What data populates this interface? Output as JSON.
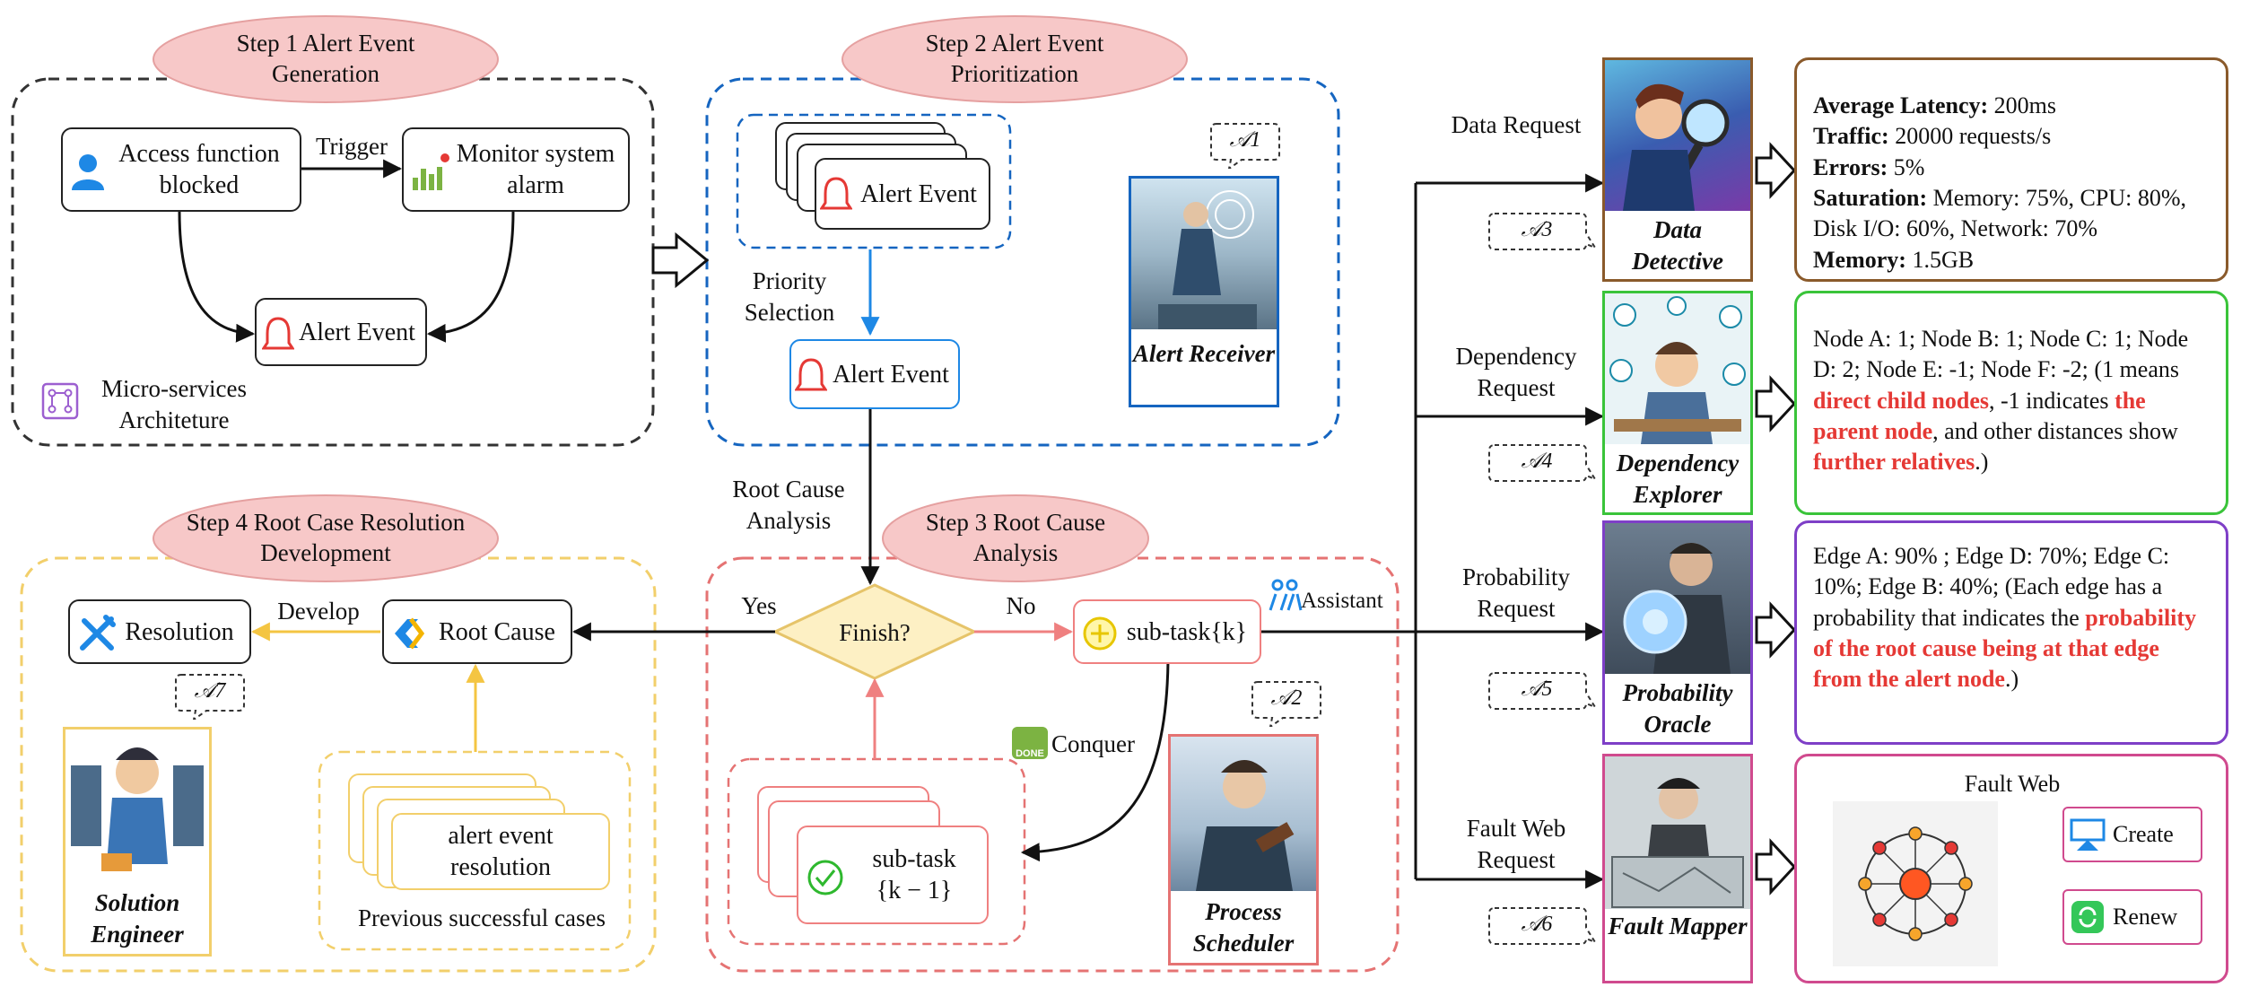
{
  "colors": {
    "step1": "#333333",
    "step2": "#1565c0",
    "step3": "#e57373",
    "step4": "#f2cf6b",
    "cloud_fill": "#f7c8c8",
    "detective": "#8a5a2b",
    "explorer": "#3ac43a",
    "oracle": "#7e3fc7",
    "mapper": "#d04a8e",
    "flow_yellow": "#f4c542",
    "flow_blue": "#1e88e5",
    "flow_red": "#ef8080"
  },
  "step1": {
    "title": "Step 1 Alert Event Generation",
    "access": "Access function blocked",
    "trigger": "Trigger",
    "monitor": "Monitor system alarm",
    "alert": "Alert Event",
    "micro": "Micro-services Architeture"
  },
  "step2": {
    "title": "Step 2 Alert Event Prioritization",
    "stack_alert": "Alert Event",
    "priority": "Priority Selection",
    "alert": "Alert Event"
  },
  "step3": {
    "title": "Step 3 Root Cause Analysis",
    "finish": "Finish?",
    "yes": "Yes",
    "no": "No",
    "subtask_k": "sub-task{k}",
    "conquer": "Conquer",
    "subtask_prev": "sub-task {k − 1}",
    "done": "DONE"
  },
  "step4": {
    "title": "Step 4 Root Case Resolution Development",
    "resolution": "Resolution",
    "develop": "Develop",
    "root_cause": "Root Cause",
    "case": "alert event resolution",
    "previous": "Previous successful cases"
  },
  "rca_label": "Root Cause Analysis",
  "assistant": "Assistant",
  "agents": {
    "receiver": {
      "name": "Alert Receiver",
      "tag": "𝒜1"
    },
    "scheduler": {
      "name": "Process Scheduler",
      "tag": "𝒜2"
    },
    "detective": {
      "name": "Data Detective",
      "tag": "𝒜3"
    },
    "explorer": {
      "name": "Dependency Explorer",
      "tag": "𝒜4"
    },
    "oracle": {
      "name": "Probability Oracle",
      "tag": "𝒜5"
    },
    "mapper": {
      "name": "Fault Mapper",
      "tag": "𝒜6"
    },
    "engineer": {
      "name": "Solution Engineer",
      "tag": "𝒜7"
    }
  },
  "requests": {
    "data": "Data Request",
    "dependency": "Dependency Request",
    "probability": "Probability Request",
    "faultweb": "Fault Web Request"
  },
  "panel_data": {
    "l1k": "Average Latency:",
    "l1v": " 200ms",
    "l2k": "Traffic:",
    "l2v": " 20000 requests/s",
    "l3k": "Errors:",
    "l3v": " 5%",
    "l4k": "Saturation:",
    "l4v": " Memory: 75%, CPU: 80%, Disk I/O: 60%, Network: 70%",
    "l5k": "Memory:",
    "l5v": " 1.5GB"
  },
  "panel_dep": {
    "t1": "Node A: 1; Node B: 1; Node C: 1; Node D: 2; Node E: -1; Node F: -2; (1 means ",
    "r1": "direct child nodes",
    "t2": ", -1 indicates ",
    "r2": "the parent node",
    "t3": ", and other distances show ",
    "r3": "further relatives",
    "t4": ".)"
  },
  "panel_prob": {
    "t1": "Edge A: 90% ; Edge D: 70%; Edge C: 10%; Edge B: 40%; (Each edge has a probability that indicates the ",
    "r1": "probability of the root cause being at that edge from the alert node",
    "t2": ".)"
  },
  "panel_fault": {
    "title": "Fault Web",
    "create": "Create",
    "renew": "Renew"
  }
}
